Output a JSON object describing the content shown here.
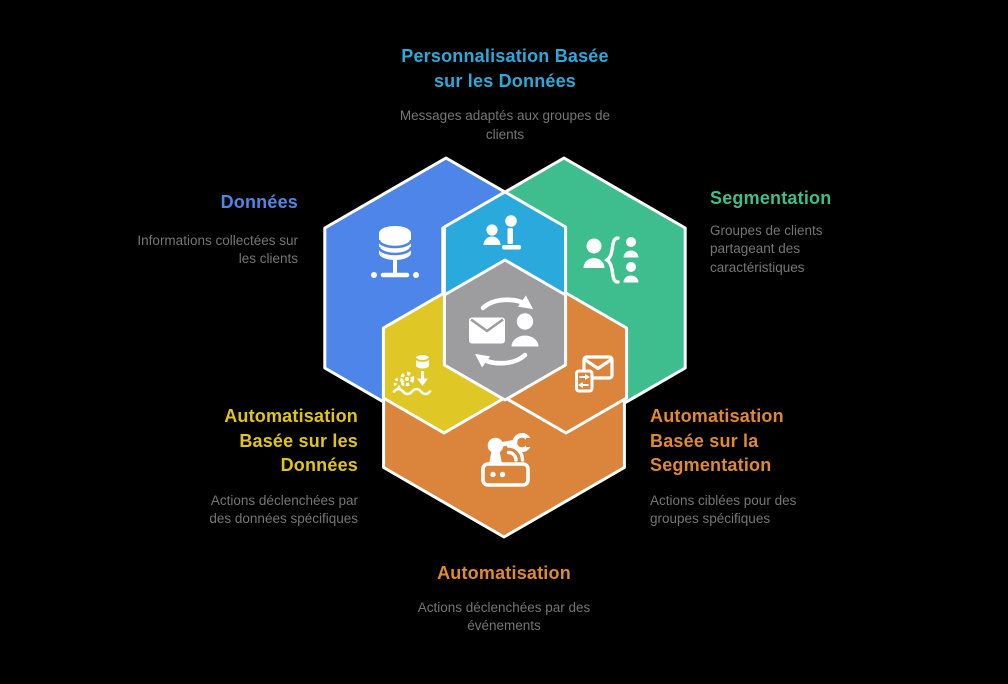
{
  "colors": {
    "background": "#000000",
    "blue": "#4E85E8",
    "cyan": "#2AAADC",
    "green": "#3EBE8E",
    "yellow": "#DFC726",
    "orange": "#DB843C",
    "gray": "#9D9DA0",
    "border": "#FFFFFF",
    "icon": "#FFFFFF",
    "description_text": "#757575"
  },
  "icons": {
    "donnees": "database-icon",
    "personnalisation": "people-presentation-icon",
    "segmentation": "audience-split-icon",
    "automatisation_donnees": "data-to-gears-icon",
    "automatisation_segmentation": "mail-transfer-icon",
    "automatisation": "robot-arm-icon",
    "centre": "mail-person-sync-icon"
  },
  "labels": {
    "personnalisation": {
      "title_lines": [
        "Personnalisation Basée",
        "sur les Données"
      ],
      "desc_lines": [
        "Messages adaptés aux groupes de",
        "clients"
      ],
      "color": "#2AAADC"
    },
    "donnees": {
      "title_lines": [
        "Données"
      ],
      "desc_lines": [
        "Informations collectées sur",
        "les clients"
      ],
      "color": "#4E85E8"
    },
    "segmentation": {
      "title_lines": [
        "Segmentation"
      ],
      "desc_lines": [
        "Groupes de clients",
        "partageant des",
        "caractéristiques"
      ],
      "color": "#3EBE8E"
    },
    "automatisation_donnees": {
      "title_lines": [
        "Automatisation",
        "Basée sur les",
        "Données"
      ],
      "desc_lines": [
        "Actions déclenchées par",
        "des données spécifiques"
      ],
      "color": "#E2C514"
    },
    "automatisation_segmentation": {
      "title_lines": [
        "Automatisation",
        "Basée sur la",
        "Segmentation"
      ],
      "desc_lines": [
        "Actions ciblées pour des",
        "groupes spécifiques"
      ],
      "color": "#E1892F"
    },
    "automatisation": {
      "title_lines": [
        "Automatisation"
      ],
      "desc_lines": [
        "Actions déclenchées par des",
        "événements"
      ],
      "color": "#E1892F"
    }
  }
}
